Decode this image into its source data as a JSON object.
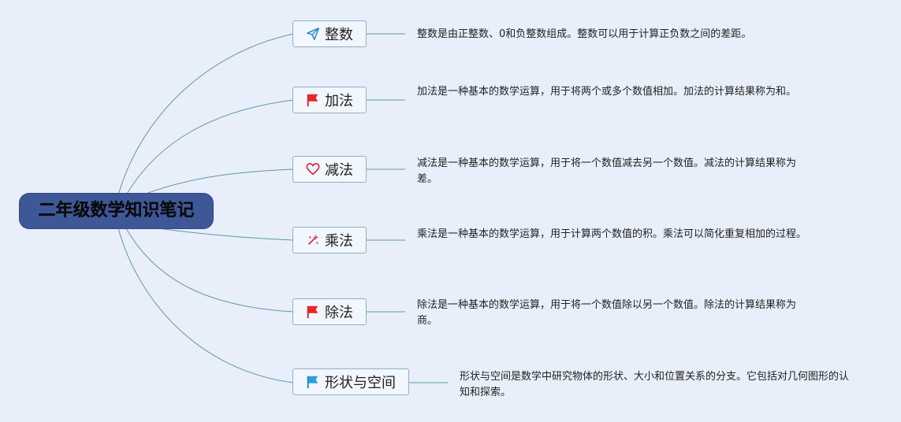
{
  "central": {
    "title": "二年级数学知识笔记"
  },
  "branches": [
    {
      "label": "整数",
      "icon": "paper-plane-icon",
      "desc": "整数是由正整数、0和负整数组成。整数可以用于计算正负数之间的差距。"
    },
    {
      "label": "加法",
      "icon": "red-flag-icon",
      "desc": "加法是一种基本的数学运算，用于将两个或多个数值相加。加法的计算结果称为和。"
    },
    {
      "label": "减法",
      "icon": "heart-icon",
      "desc": "减法是一种基本的数学运算，用于将一个数值减去另一个数值。减法的计算结果称为差。"
    },
    {
      "label": "乘法",
      "icon": "sparkle-icon",
      "desc": "乘法是一种基本的数学运算，用于计算两个数值的积。乘法可以简化重复相加的过程。"
    },
    {
      "label": "除法",
      "icon": "red-flag-icon",
      "desc": "除法是一种基本的数学运算，用于将一个数值除以另一个数值。除法的计算结果称为商。"
    },
    {
      "label": "形状与空间",
      "icon": "blue-flag-icon",
      "desc": "形状与空间是数学中研究物体的形状、大小和位置关系的分支。它包括对几何图形的认知和探索。"
    }
  ],
  "colors": {
    "background": "#e8effa",
    "central_fill": "#3e5797",
    "node_border": "#8fb1c0",
    "link": "#5f9a9c"
  }
}
